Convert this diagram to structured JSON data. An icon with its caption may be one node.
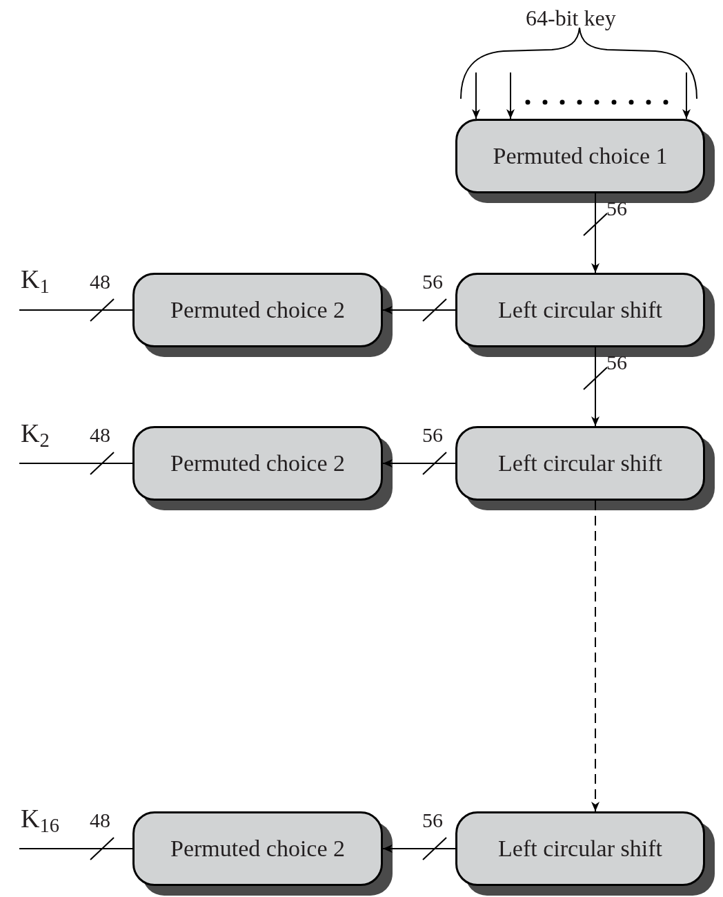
{
  "diagram": {
    "nodes": [
      {
        "text": [
          "Permuted choice 1"
        ]
      },
      {
        "text": [
          "Left circular shift"
        ]
      },
      {
        "text": [
          "Permuted choice 2"
        ]
      },
      {
        "text": [
          "Left circular shift"
        ]
      },
      {
        "text": [
          "Permuted choice 2"
        ]
      },
      {
        "text": [
          "Left circular shift"
        ]
      },
      {
        "text": [
          "Permuted choice 2"
        ]
      }
    ],
    "edges": [
      {
        "from": null,
        "to": 0,
        "arrow": "to"
      },
      {
        "from": null,
        "to": 0,
        "arrow": "to"
      },
      {
        "from": null,
        "to": 0,
        "arrow": "to"
      },
      {
        "from": 0,
        "to": 1,
        "arrow": "to",
        "label": "56"
      },
      {
        "from": 1,
        "to": 2,
        "arrow": "to",
        "label": "56"
      },
      {
        "from": 2,
        "to": null,
        "arrow": "none",
        "label": "48"
      },
      {
        "from": 1,
        "to": 3,
        "arrow": "to",
        "label": "56"
      },
      {
        "from": 3,
        "to": 4,
        "arrow": "to",
        "label": "56"
      },
      {
        "from": 4,
        "to": null,
        "arrow": "none",
        "label": "48"
      },
      {
        "from": 3,
        "to": 5,
        "arrow": "to",
        "style": "dashed"
      },
      {
        "from": 5,
        "to": 6,
        "arrow": "to",
        "label": "56"
      },
      {
        "from": 6,
        "to": null,
        "arrow": "none",
        "label": "48"
      }
    ],
    "labels": [
      "64-bit key",
      "K$_{1}$",
      "K$_{2}$",
      "K$_{16}$"
    ]
  }
}
